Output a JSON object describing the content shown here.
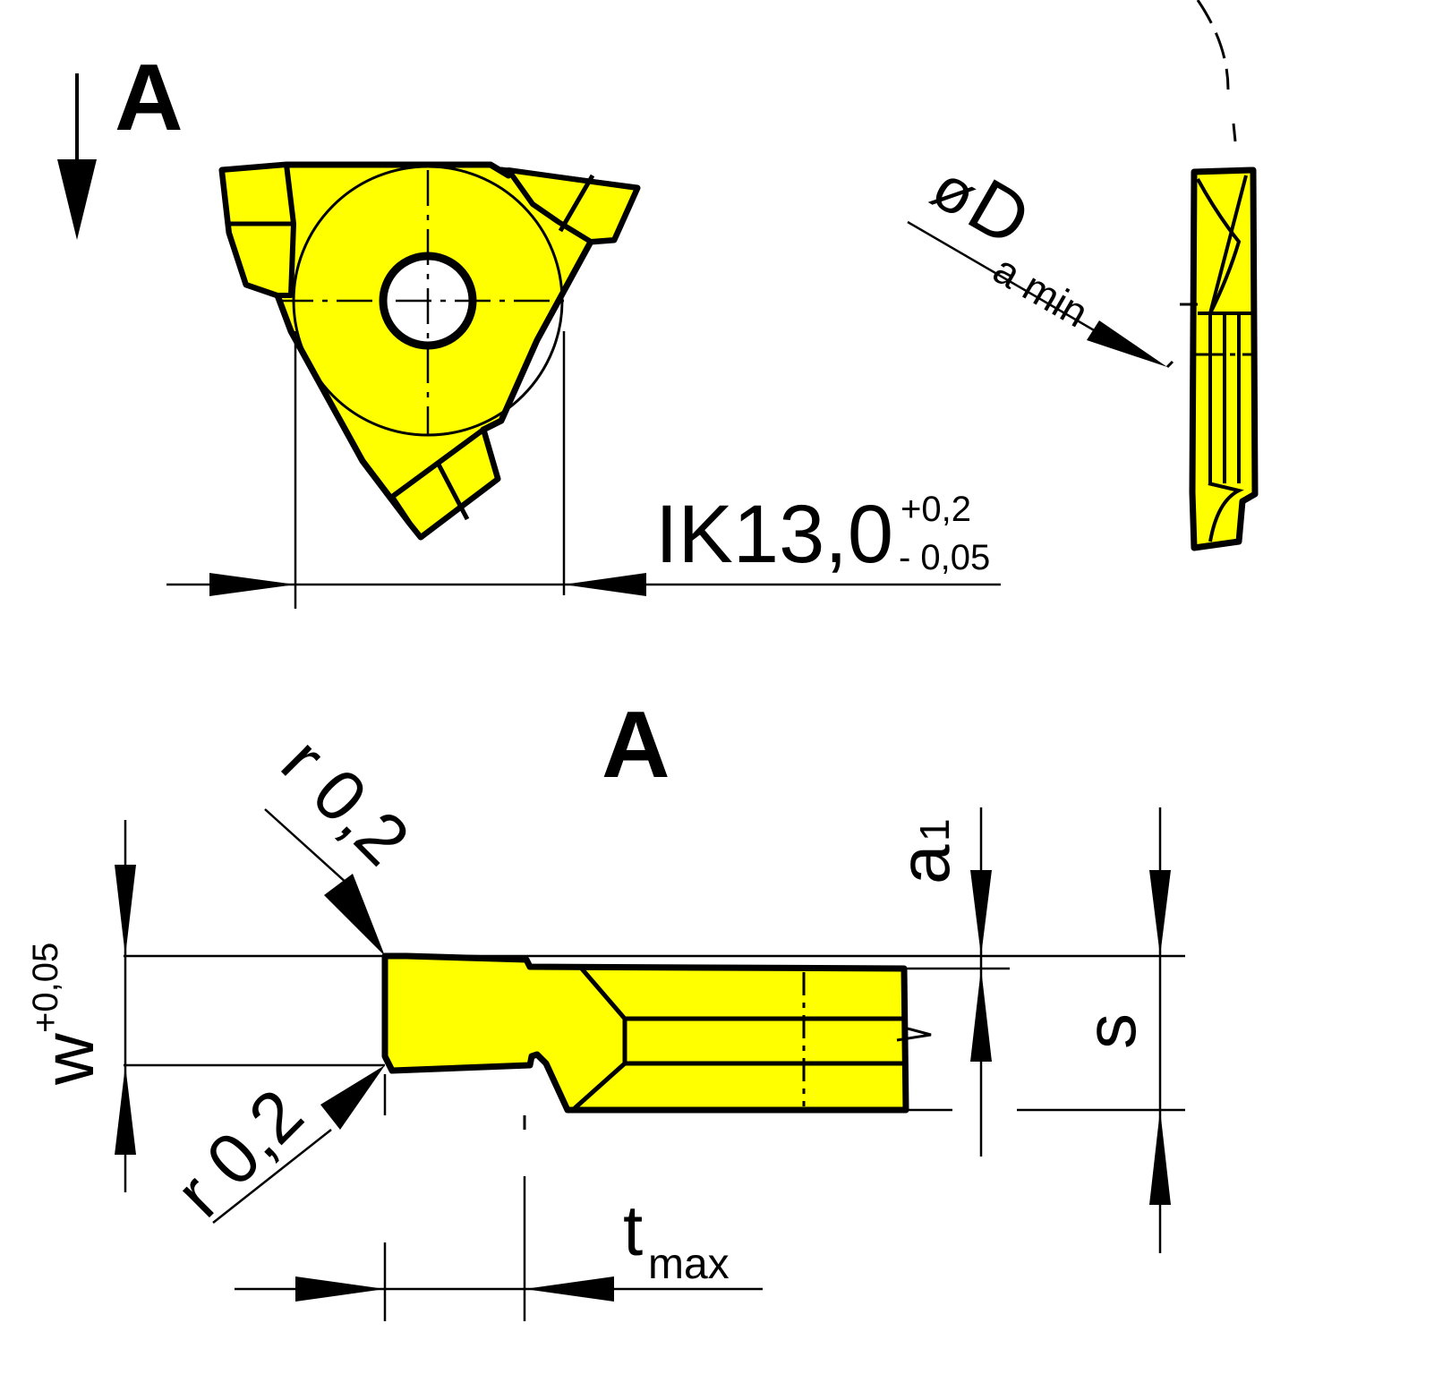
{
  "colors": {
    "insert_fill": "#FFFF00",
    "line": "#000000",
    "background": "#FFFFFF"
  },
  "top_view": {
    "view_label": "A",
    "ik_main": "IK13,0",
    "ik_tol_plus": "+0,2",
    "ik_tol_minus": "- 0,05"
  },
  "side_view": {
    "diameter_symbol": "ø",
    "diameter_main": "D",
    "diameter_sub": "a min"
  },
  "section_view": {
    "title": "A",
    "radius_top": "r 0,2",
    "radius_bottom": "r 0,2",
    "width_main": "w",
    "width_tol": "+0,05",
    "a1_main": "a",
    "a1_sub": "1",
    "s_label": "s",
    "t_main": "t",
    "t_sub": "max"
  }
}
